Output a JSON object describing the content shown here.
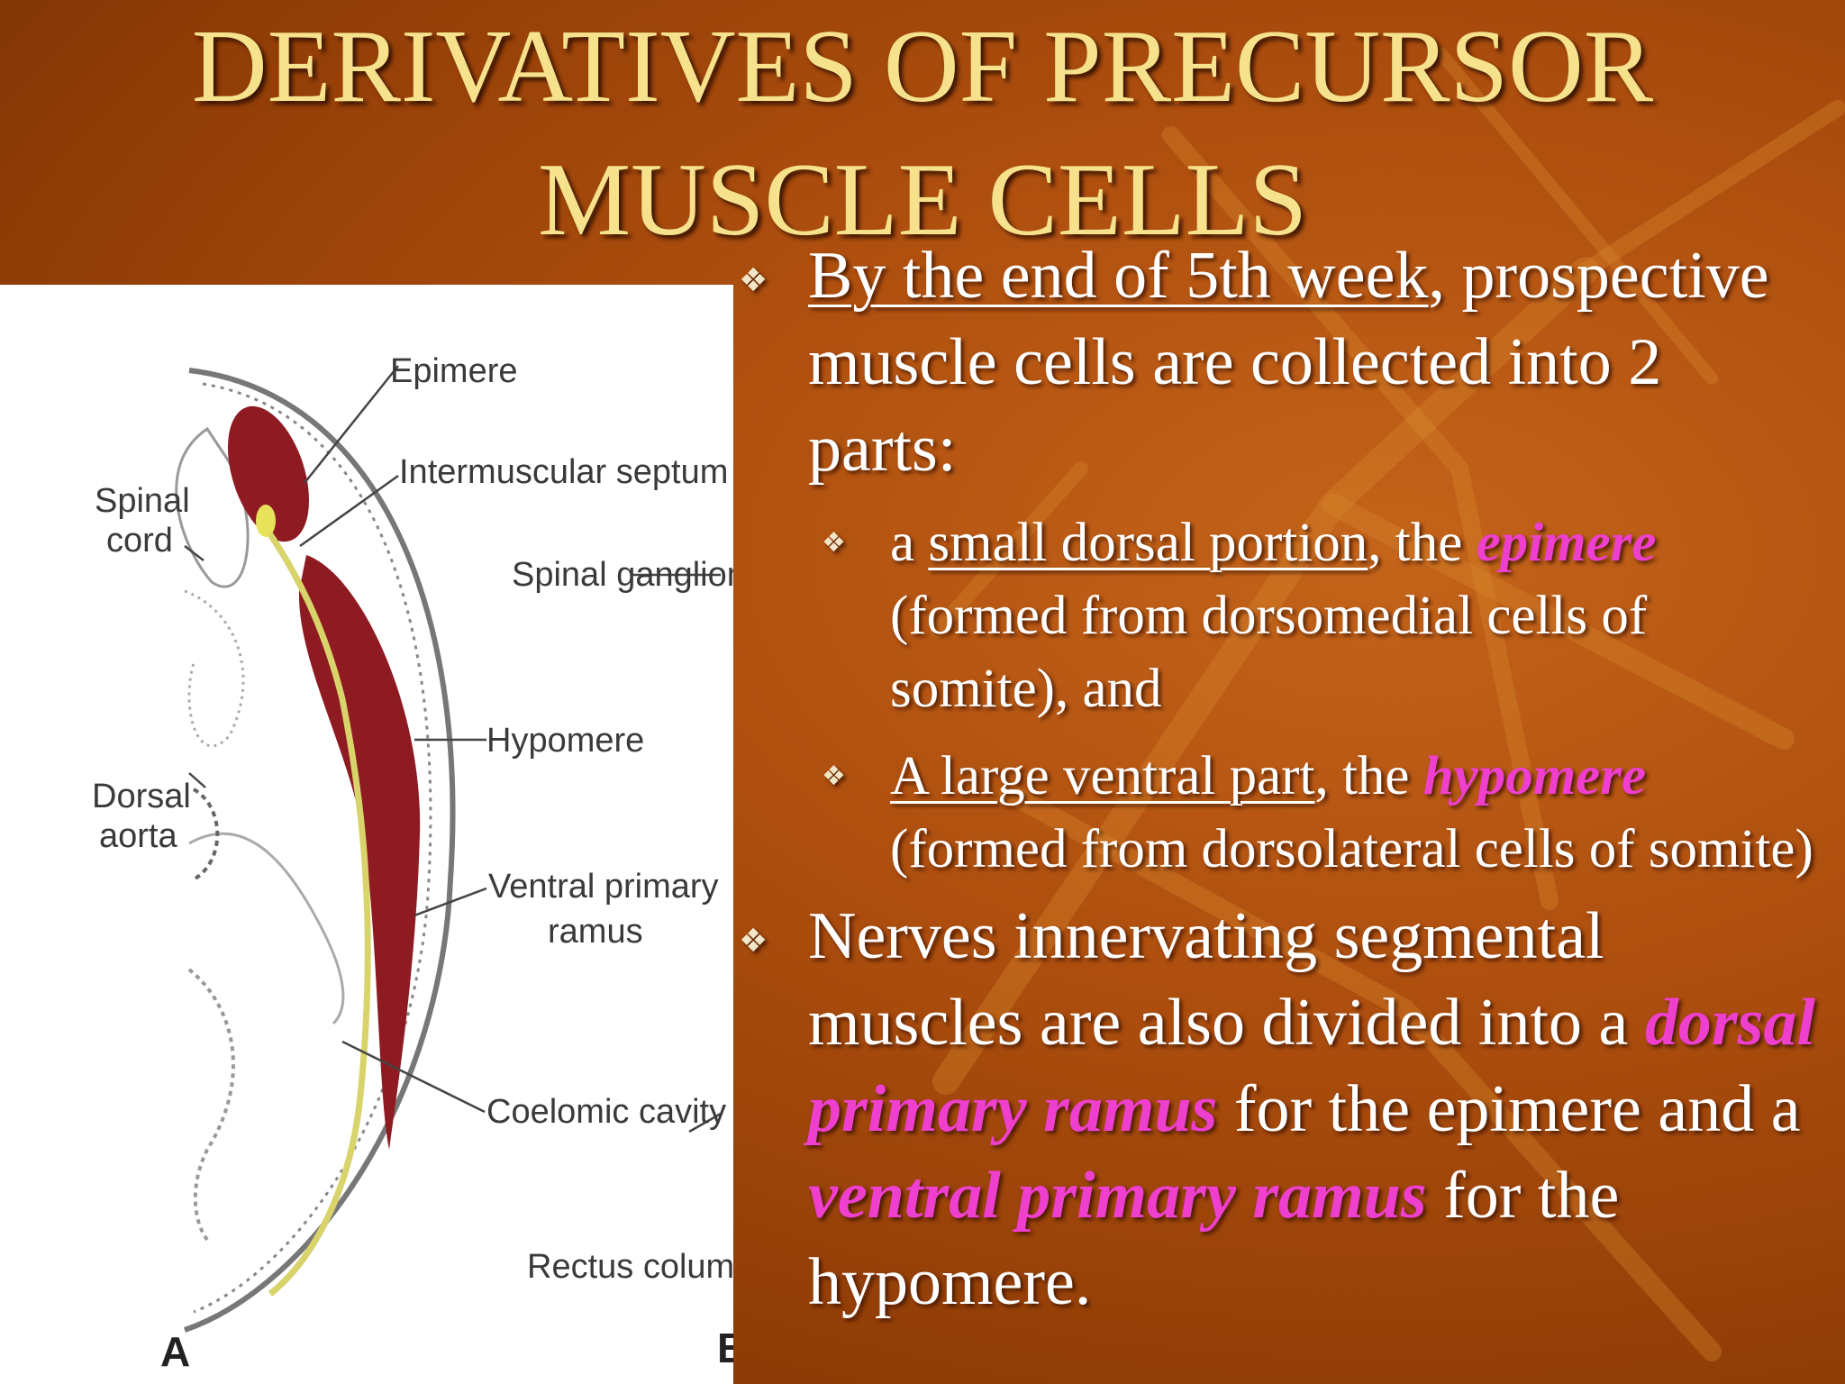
{
  "slide": {
    "title_line1": "DERIVATIVES OF PRECURSOR",
    "title_line2": "MUSCLE CELLS",
    "colors": {
      "background": "#b0500f",
      "title": "#f6e28c",
      "text": "#ffffff",
      "emphasis": "#ee3fcf"
    }
  },
  "bullets": {
    "b1": {
      "underlined": "By the end of 5th week",
      "rest": ", prospective muscle cells are collected into 2 parts:"
    },
    "sub1": {
      "lead": "a ",
      "underlined": "small dorsal portion",
      "mid": ", the ",
      "term": "epimere",
      "rest": " (formed from dorsomedial cells of somite), and"
    },
    "sub2": {
      "underlined": "A large ventral part",
      "mid": ", the ",
      "term": "hypomere",
      "rest": " (formed from dorsolateral cells of somite)"
    },
    "b2": {
      "lead": "Nerves innervating segmental muscles are also divided into a ",
      "term1": "dorsal primary ramus",
      "mid": " for the epimere and a ",
      "term2": "ventral primary ramus",
      "rest": " for the hypomere."
    }
  },
  "figure": {
    "labels": {
      "epimere": "Epimere",
      "septum": "Intermuscular septum",
      "spinal": "Spinal",
      "cord": "cord",
      "ganglion": "Spinal ganglion",
      "hypomere": "Hypomere",
      "dorsal": "Dorsal",
      "aorta": "aorta",
      "ventral1": "Ventral primary",
      "ventral2": "ramus",
      "coelomic": "Coelomic cavity",
      "rectus": "Rectus column",
      "panel_a": "A",
      "panel_b": "B"
    }
  }
}
